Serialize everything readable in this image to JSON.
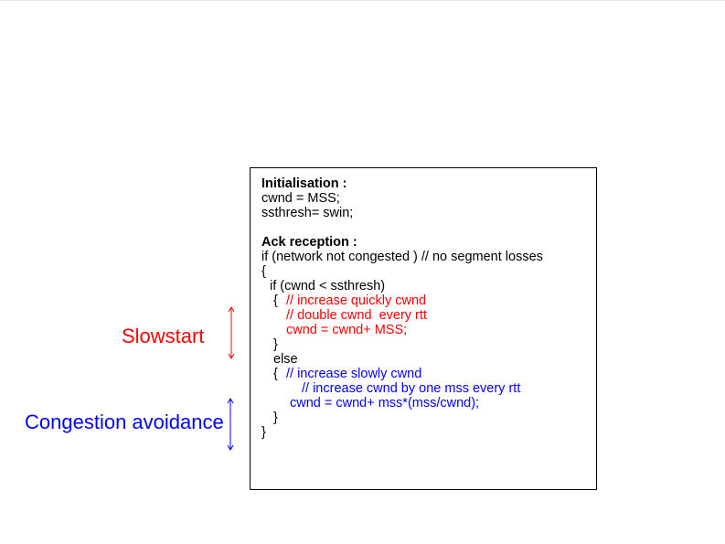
{
  "colors": {
    "slowstart": "#ff0000",
    "avoidance": "#0000ff",
    "text": "#000000"
  },
  "labels": {
    "slowstart": "Slowstart",
    "congestion_avoidance": "Congestion avoidance"
  },
  "code": {
    "init_title": "Initialisation :",
    "init_1": "cwnd = MSS;",
    "init_2": "ssthresh= swin;",
    "ack_title": "Ack reception :",
    "l1": "if (network not congested ) // no segment losses",
    "l2": "{",
    "l3": "if (cwnd < ssthresh)",
    "l4_brace": "{",
    "l4_comment": "// increase quickly cwnd",
    "l5": "// double cwnd  every rtt",
    "l6": "cwnd = cwnd+ MSS;",
    "l7": "}",
    "l8": "else",
    "l9_brace": "{",
    "l9_comment": "// increase slowly cwnd",
    "l10": "// increase cwnd by one mss every rtt",
    "l11": "cwnd = cwnd+ mss*(mss/cwnd);",
    "l12": "}",
    "l13": "}"
  }
}
